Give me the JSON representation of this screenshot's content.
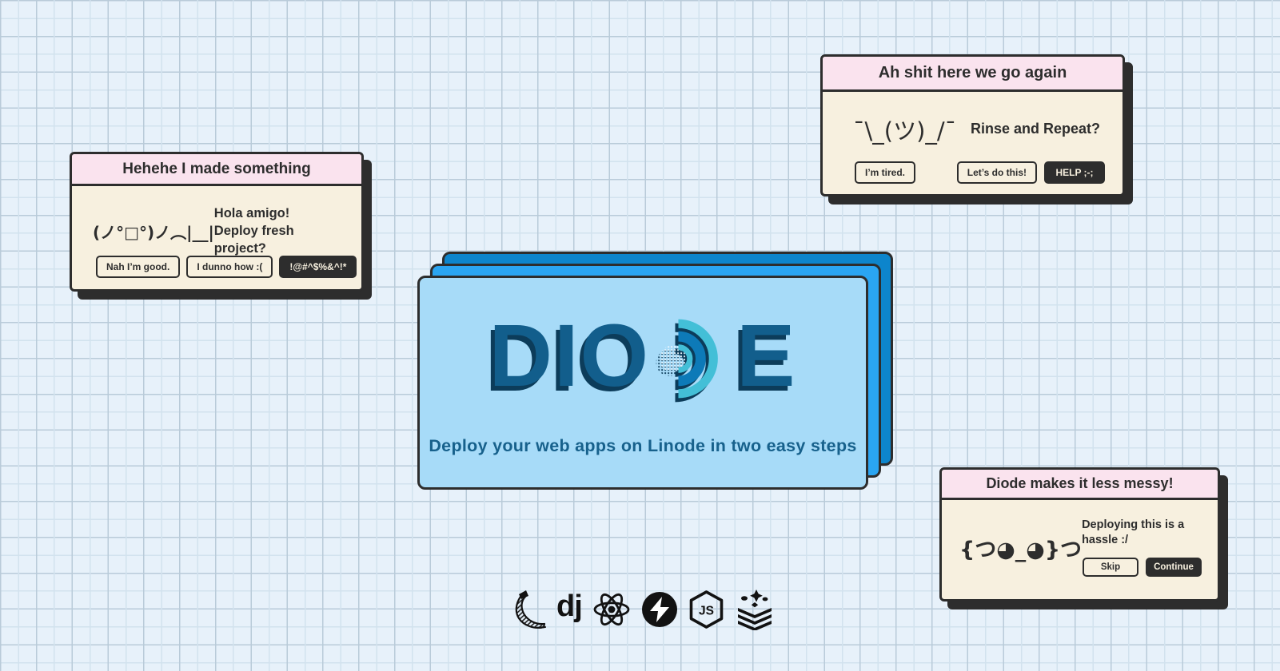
{
  "colors": {
    "bg_base": "#e7f1fa",
    "titlebar_pink": "#fae3ee",
    "panel_cream": "#f7f0df",
    "ink": "#2d2d2d",
    "card_front": "#a7dbf8",
    "card_mid": "#2aa5f2",
    "card_back": "#0d85cc",
    "brand_blue": "#125e8c",
    "brand_shadow": "#0c3c5a",
    "arc_teal": "#43bfd7",
    "arc_blue": "#0d7ab8",
    "tagline_blue": "#17618c"
  },
  "dialogs": {
    "made_something": {
      "title": "Hehehe I made something",
      "emoticon": "(ノ°□°)ノ︵|__|",
      "message_line1": "Hola amigo!",
      "message_line2": "Deploy fresh project?",
      "buttons": {
        "nah": "Nah I’m good.",
        "dunno": "I dunno how :(",
        "rage": "!@#^$%&^!*"
      }
    },
    "here_we_go": {
      "title": "Ah shit here we go again",
      "emoticon": "¯\\_(ツ)_/¯",
      "message": "Rinse and Repeat?",
      "buttons": {
        "tired": "I’m tired.",
        "lets_do": "Let’s do this!",
        "help": "HELP ;-;"
      }
    },
    "less_messy": {
      "title": "Diode makes it less messy!",
      "emoticon": "{つ◕_◕}つ",
      "message_line1": "Deploying this is a",
      "message_line2": "hassle :/",
      "buttons": {
        "skip": "Skip",
        "continue": "Continue"
      }
    }
  },
  "hero": {
    "brand_prefix": "DIO",
    "brand_suffix": "E",
    "tagline": "Deploy your web apps on Linode in two easy steps"
  },
  "tech": {
    "django_text": "dj",
    "node_text": "JS",
    "logos": [
      "flask",
      "django",
      "react",
      "fastapi",
      "nodejs",
      "stack-layers"
    ]
  }
}
